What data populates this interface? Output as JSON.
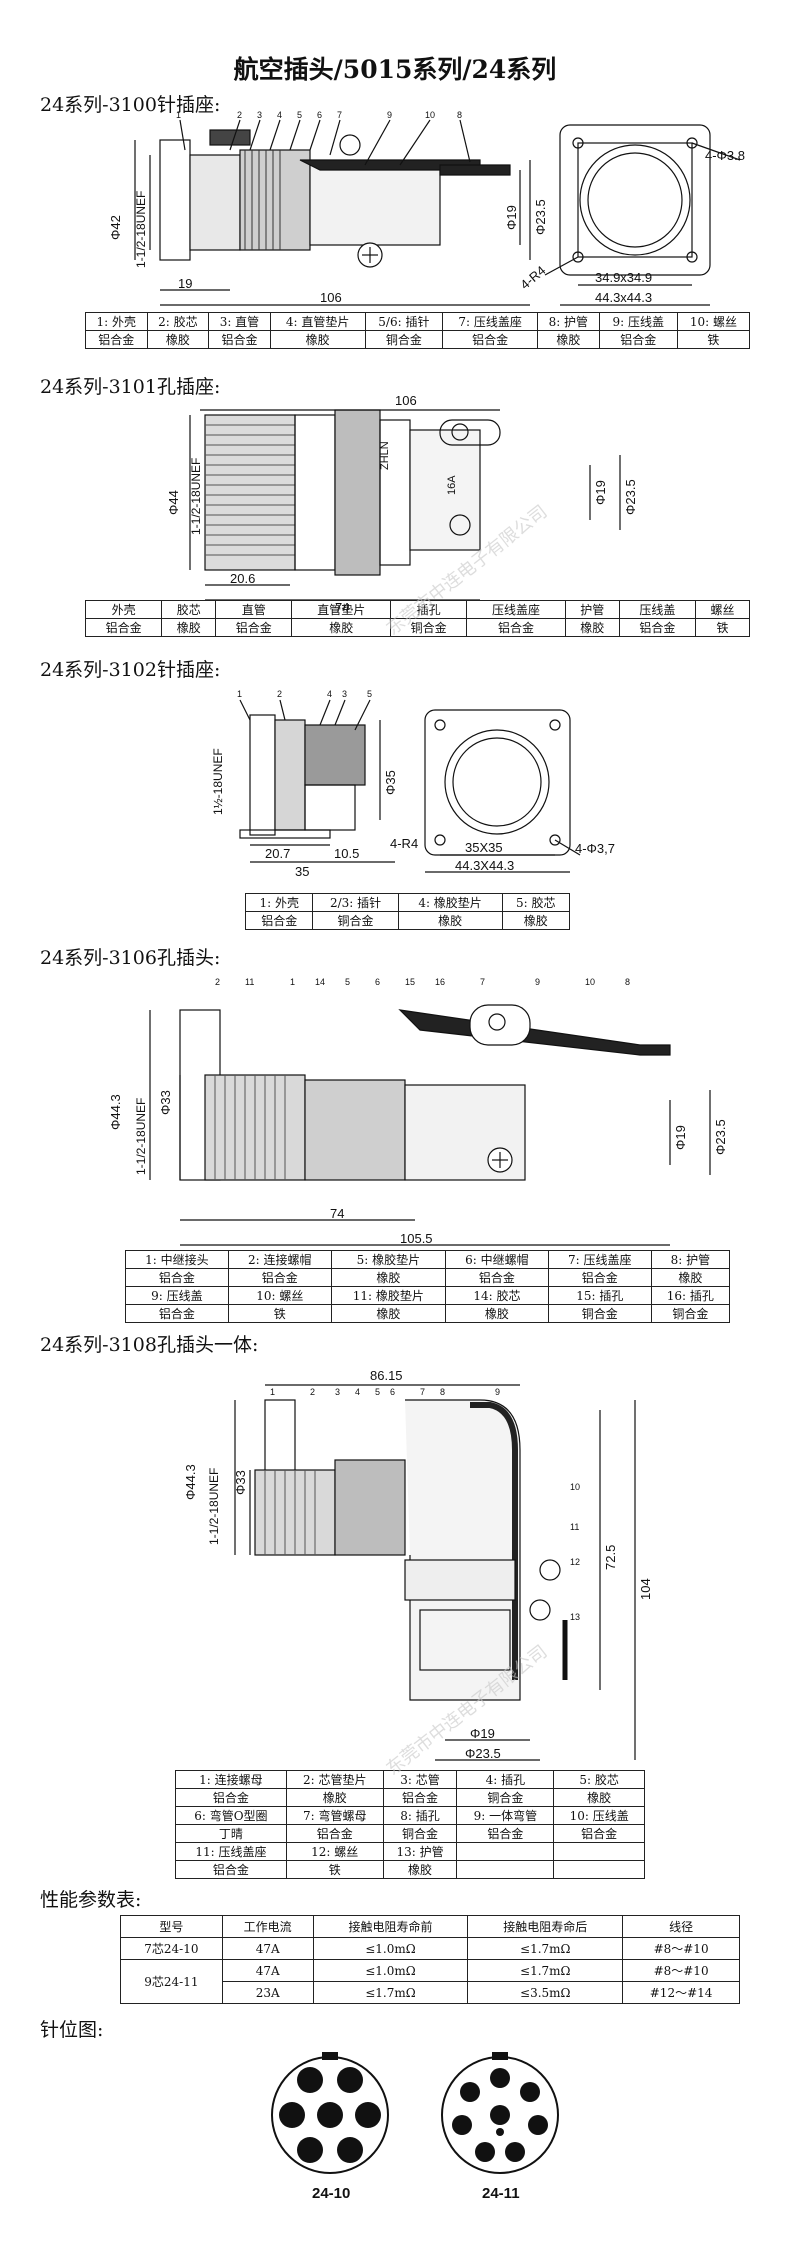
{
  "title": "航空插头/5015系列/24系列",
  "watermark": "东莞市中连电子有限公司",
  "sections": {
    "s3100": "24系列-3100针插座:",
    "s3101": "24系列-3101孔插座:",
    "s3102": "24系列-3102针插座:",
    "s3106": "24系列-3106孔插头:",
    "s3108": "24系列-3108孔插头一体:",
    "perf": "性能参数表:",
    "pins": "针位图:"
  },
  "dims": {
    "d3100": {
      "phi42": "Φ42",
      "thread": "1-1/2-18UNEF",
      "d19": "19",
      "d106": "106",
      "phi19": "Φ19",
      "phi23_5": "Φ23.5",
      "hole": "4-Φ3.8",
      "r4": "4-R4",
      "sq1": "34.9x34.9",
      "sq2": "44.3x44.3",
      "callouts": [
        "1",
        "2",
        "3",
        "4",
        "5",
        "6",
        "7",
        "8",
        "9",
        "10"
      ]
    },
    "d3101": {
      "d106": "106",
      "phi44": "Φ44",
      "thread": "1-1/2-18UNEF",
      "d20_6": "20.6",
      "d74": "74",
      "phi19": "Φ19",
      "phi23_5": "Φ23.5",
      "brand": "ZHLN",
      "mark": "16A"
    },
    "d3102": {
      "thread": "1½-18UNEF",
      "phi35": "Φ35",
      "d20_7": "20.7",
      "d10_5": "10.5",
      "d35": "35",
      "r4": "4-R4",
      "hole": "4-Φ3,7",
      "sq1": "35X35",
      "sq2": "44.3X44.3",
      "callouts": [
        "1",
        "2",
        "4",
        "3",
        "5"
      ]
    },
    "d3106": {
      "phi44_3": "Φ44.3",
      "thread": "1-1/2-18UNEF",
      "phi33": "Φ33",
      "d74": "74",
      "d105_5": "105.5",
      "phi19": "Φ19",
      "phi23_5": "Φ23.5",
      "callouts": [
        "2",
        "11",
        "1",
        "14",
        "5",
        "6",
        "15",
        "16",
        "7",
        "9",
        "10",
        "8"
      ]
    },
    "d3108": {
      "d86_15": "86.15",
      "phi44_3": "Φ44.3",
      "thread": "1-1/2-18UNEF",
      "phi33": "Φ33",
      "d72_5": "72.5",
      "d104": "104",
      "phi19": "Φ19",
      "phi23_5": "Φ23.5",
      "callouts": [
        "1",
        "2",
        "3",
        "4",
        "5",
        "6",
        "7",
        "8",
        "9",
        "10",
        "11",
        "12",
        "13"
      ]
    }
  },
  "t3100": [
    [
      "1: 外壳",
      "2: 胶芯",
      "3: 直管",
      "4: 直管垫片",
      "5/6: 插针",
      "7: 压线盖座",
      "8: 护管",
      "9: 压线盖",
      "10: 螺丝"
    ],
    [
      "铝合金",
      "橡胶",
      "铝合金",
      "橡胶",
      "铜合金",
      "铝合金",
      "橡胶",
      "铝合金",
      "铁"
    ]
  ],
  "t3101": [
    [
      "外壳",
      "胶芯",
      "直管",
      "直管垫片",
      "插孔",
      "压线盖座",
      "护管",
      "压线盖",
      "螺丝"
    ],
    [
      "铝合金",
      "橡胶",
      "铝合金",
      "橡胶",
      "铜合金",
      "铝合金",
      "橡胶",
      "铝合金",
      "铁"
    ]
  ],
  "t3102": [
    [
      "1: 外壳",
      "2/3: 插针",
      "4: 橡胶垫片",
      "5: 胶芯"
    ],
    [
      "铝合金",
      "铜合金",
      "橡胶",
      "橡胶"
    ]
  ],
  "t3106": [
    [
      "1: 中继接头",
      "2: 连接螺帽",
      "5: 橡胶垫片",
      "6: 中继螺帽",
      "7: 压线盖座",
      "8: 护管"
    ],
    [
      "铝合金",
      "铝合金",
      "橡胶",
      "铝合金",
      "铝合金",
      "橡胶"
    ],
    [
      "9: 压线盖",
      "10: 螺丝",
      "11: 橡胶垫片",
      "14: 胶芯",
      "15: 插孔",
      "16: 插孔"
    ],
    [
      "铝合金",
      "铁",
      "橡胶",
      "橡胶",
      "铜合金",
      "铜合金"
    ]
  ],
  "t3108": [
    [
      "1: 连接螺母",
      "2: 芯管垫片",
      "3: 芯管",
      "4: 插孔",
      "5: 胶芯"
    ],
    [
      "铝合金",
      "橡胶",
      "铝合金",
      "铜合金",
      "橡胶"
    ],
    [
      "6: 弯管O型圈",
      "7: 弯管螺母",
      "8: 插孔",
      "9: 一体弯管",
      "10: 压线盖"
    ],
    [
      "丁晴",
      "铝合金",
      "铜合金",
      "铝合金",
      "铝合金"
    ],
    [
      "11: 压线盖座",
      "12: 螺丝",
      "13: 护管",
      "",
      ""
    ],
    [
      "铝合金",
      "铁",
      "橡胶",
      "",
      ""
    ]
  ],
  "perf": {
    "headers": [
      "型号",
      "工作电流",
      "接触电阻寿命前",
      "接触电阻寿命后",
      "线径"
    ],
    "r1": [
      "7芯24-10",
      "47A",
      "≤1.0mΩ",
      "≤1.7mΩ",
      "#8～#10"
    ],
    "r2": [
      "9芯24-11",
      "47A",
      "≤1.0mΩ",
      "≤1.7mΩ",
      "#8～#10"
    ],
    "r3": [
      "23A",
      "≤1.7mΩ",
      "≤3.5mΩ",
      "#12～#14"
    ]
  },
  "pin_labels": [
    "24-10",
    "24-11"
  ]
}
